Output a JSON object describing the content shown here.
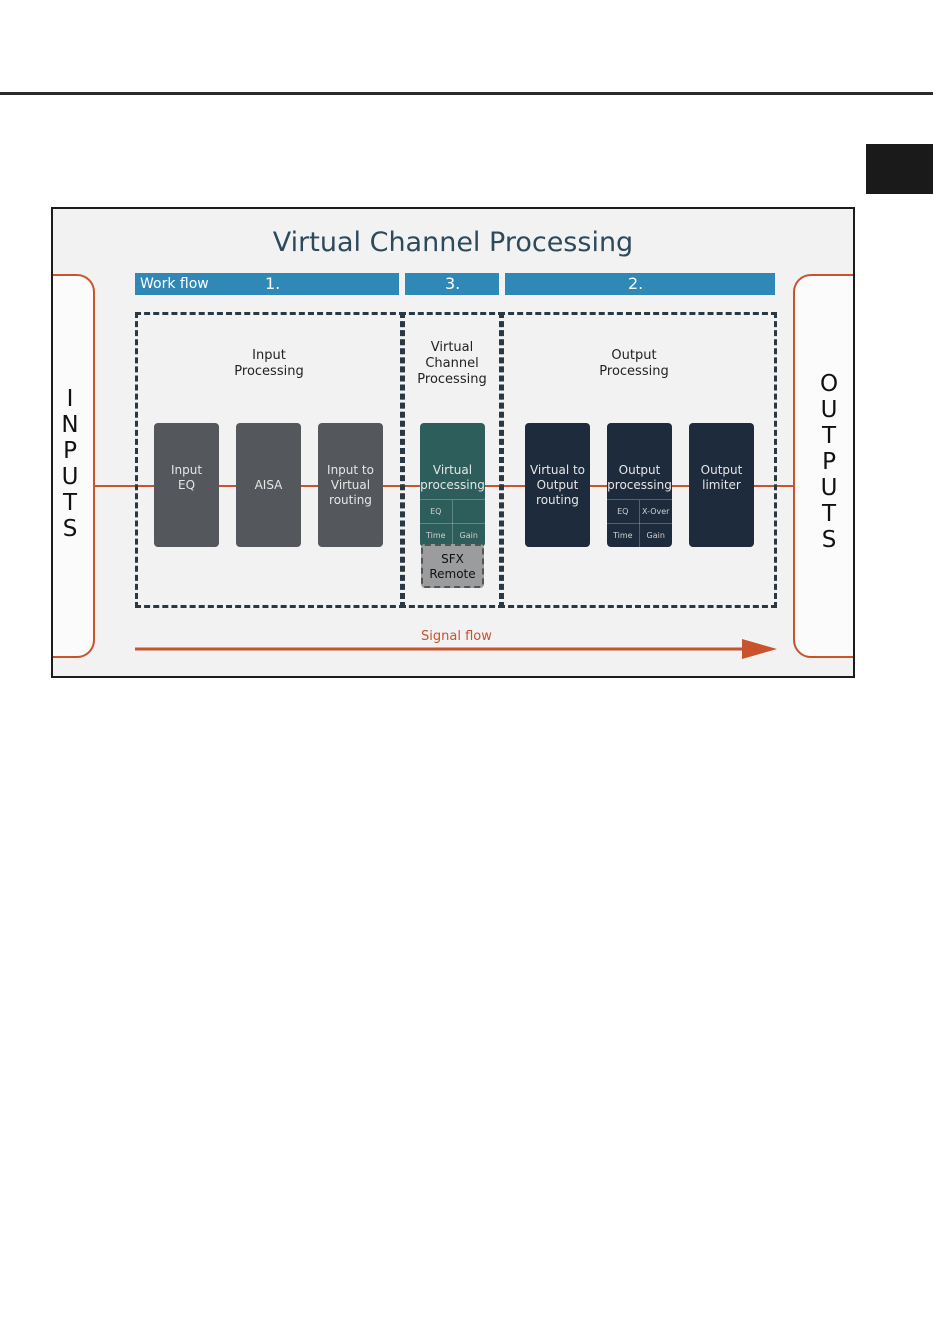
{
  "diagram": {
    "title": "Virtual Channel Processing",
    "inputs_letters": [
      "I",
      "N",
      "P",
      "U",
      "T",
      "S"
    ],
    "outputs_letters": [
      "O",
      "U",
      "T",
      "P",
      "U",
      "T",
      "S"
    ],
    "workflow": {
      "label": "Work flow",
      "steps": [
        "1.",
        "3.",
        "2."
      ]
    },
    "sections": {
      "input": [
        "Input",
        "Processing"
      ],
      "virtual": [
        "Virtual",
        "Channel",
        "Processing"
      ],
      "output": [
        "Output",
        "Processing"
      ]
    },
    "blocks": {
      "input_eq": [
        "Input",
        "EQ"
      ],
      "aisa": [
        "AISA"
      ],
      "input_to_virtual": [
        "Input to",
        "Virtual",
        "routing"
      ],
      "virtual_processing": [
        "Virtual",
        "processing"
      ],
      "virtual_to_output": [
        "Virtual to",
        "Output",
        "routing"
      ],
      "output_processing": [
        "Output",
        "processing"
      ],
      "output_limiter": [
        "Output",
        "limiter"
      ]
    },
    "virtual_sub": {
      "eq": "EQ",
      "time": "Time",
      "gain": "Gain"
    },
    "output_sub": {
      "eq": "EQ",
      "xover": "X-Over",
      "time": "Time",
      "gain": "Gain"
    },
    "sfx": [
      "SFX",
      "Remote"
    ],
    "signal_flow": "Signal flow",
    "colors": {
      "accent": "#c8532c",
      "workflow_bar": "#2f88b5",
      "virtual_block": "#2e5e5b",
      "output_block": "#1d2b3d",
      "input_block": "#54575b"
    }
  }
}
